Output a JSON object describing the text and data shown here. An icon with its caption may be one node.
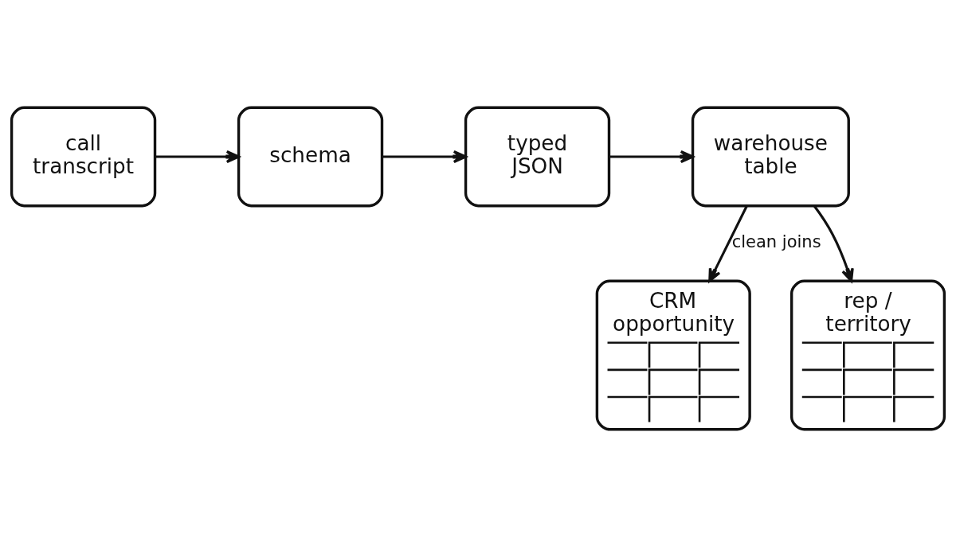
{
  "diagram": {
    "nodes": [
      {
        "text": [
          "call transcript"
        ]
      },
      {
        "text": [
          "schema"
        ]
      },
      {
        "text": [
          "typed JSON"
        ]
      },
      {
        "text": [
          "warehouse table"
        ]
      },
      {
        "text": [
          "CRM opportunity"
        ]
      },
      {
        "text": [
          "rep / territory"
        ]
      }
    ],
    "edges": [
      {
        "from": 0,
        "to": 1,
        "arrow": "to"
      },
      {
        "from": 1,
        "to": 2,
        "arrow": "to"
      },
      {
        "from": 2,
        "to": 3,
        "arrow": "to"
      },
      {
        "from": 3,
        "to": 4,
        "arrow": "to",
        "label": "clean joins"
      },
      {
        "from": 3,
        "to": 5,
        "arrow": "to"
      }
    ]
  }
}
